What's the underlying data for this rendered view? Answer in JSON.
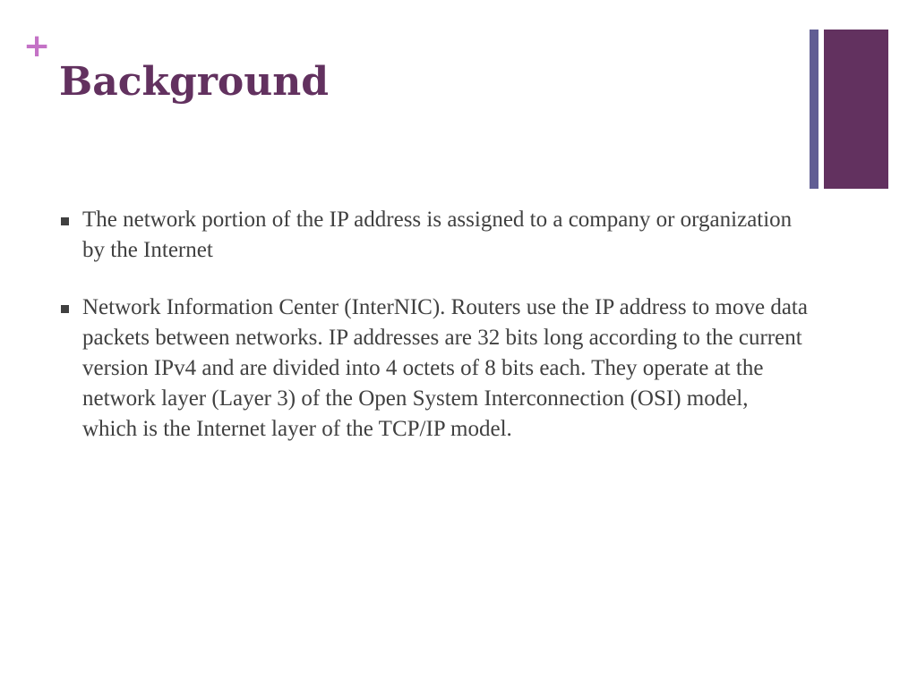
{
  "slide": {
    "title": "Background",
    "plus_icon": "plus-icon",
    "accent_colors": {
      "title": "#62315f",
      "plus": "#c472c6",
      "bar_thin": "#615e94",
      "bar_thick": "#62315f",
      "body_text": "#404040"
    },
    "bullets": [
      {
        "text": "The network portion of the IP address is assigned to a company or organization by the Internet"
      },
      {
        "text": "Network Information Center (InterNIC). Routers use the IP address to move data packets between networks. IP addresses are 32 bits long according to the current version IPv4 and are divided into 4 octets of 8 bits each. They operate at the network layer (Layer 3) of the Open System Interconnection (OSI) model, which is the Internet layer of the TCP/IP model."
      }
    ]
  }
}
